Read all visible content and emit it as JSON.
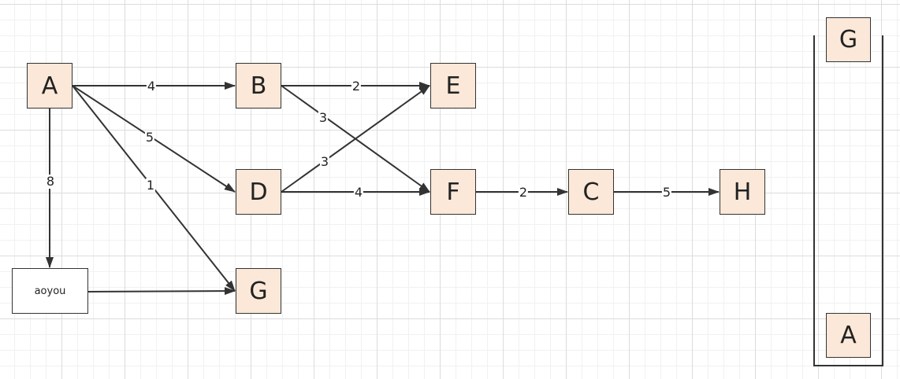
{
  "nodes": {
    "A": {
      "label": "A"
    },
    "B": {
      "label": "B"
    },
    "E": {
      "label": "E"
    },
    "D": {
      "label": "D"
    },
    "F": {
      "label": "F"
    },
    "C": {
      "label": "C"
    },
    "H": {
      "label": "H"
    },
    "G": {
      "label": "G"
    },
    "aoyou": {
      "label": "aoyou"
    },
    "stack_top": {
      "label": "G"
    },
    "stack_bottom": {
      "label": "A"
    }
  },
  "edges": [
    {
      "from": "A",
      "to": "B",
      "weight": "4"
    },
    {
      "from": "A",
      "to": "D",
      "weight": "5"
    },
    {
      "from": "A",
      "to": "G",
      "weight": "1"
    },
    {
      "from": "A",
      "to": "aoyou",
      "weight": "8"
    },
    {
      "from": "B",
      "to": "E",
      "weight": "2"
    },
    {
      "from": "B",
      "to": "F",
      "weight": "3"
    },
    {
      "from": "D",
      "to": "E",
      "weight": "3"
    },
    {
      "from": "D",
      "to": "F",
      "weight": "4"
    },
    {
      "from": "F",
      "to": "C",
      "weight": "2"
    },
    {
      "from": "C",
      "to": "H",
      "weight": "5"
    },
    {
      "from": "aoyou",
      "to": "G",
      "weight": ""
    }
  ],
  "colors": {
    "node_fill": "#fbe8d8",
    "stroke": "#333333"
  }
}
